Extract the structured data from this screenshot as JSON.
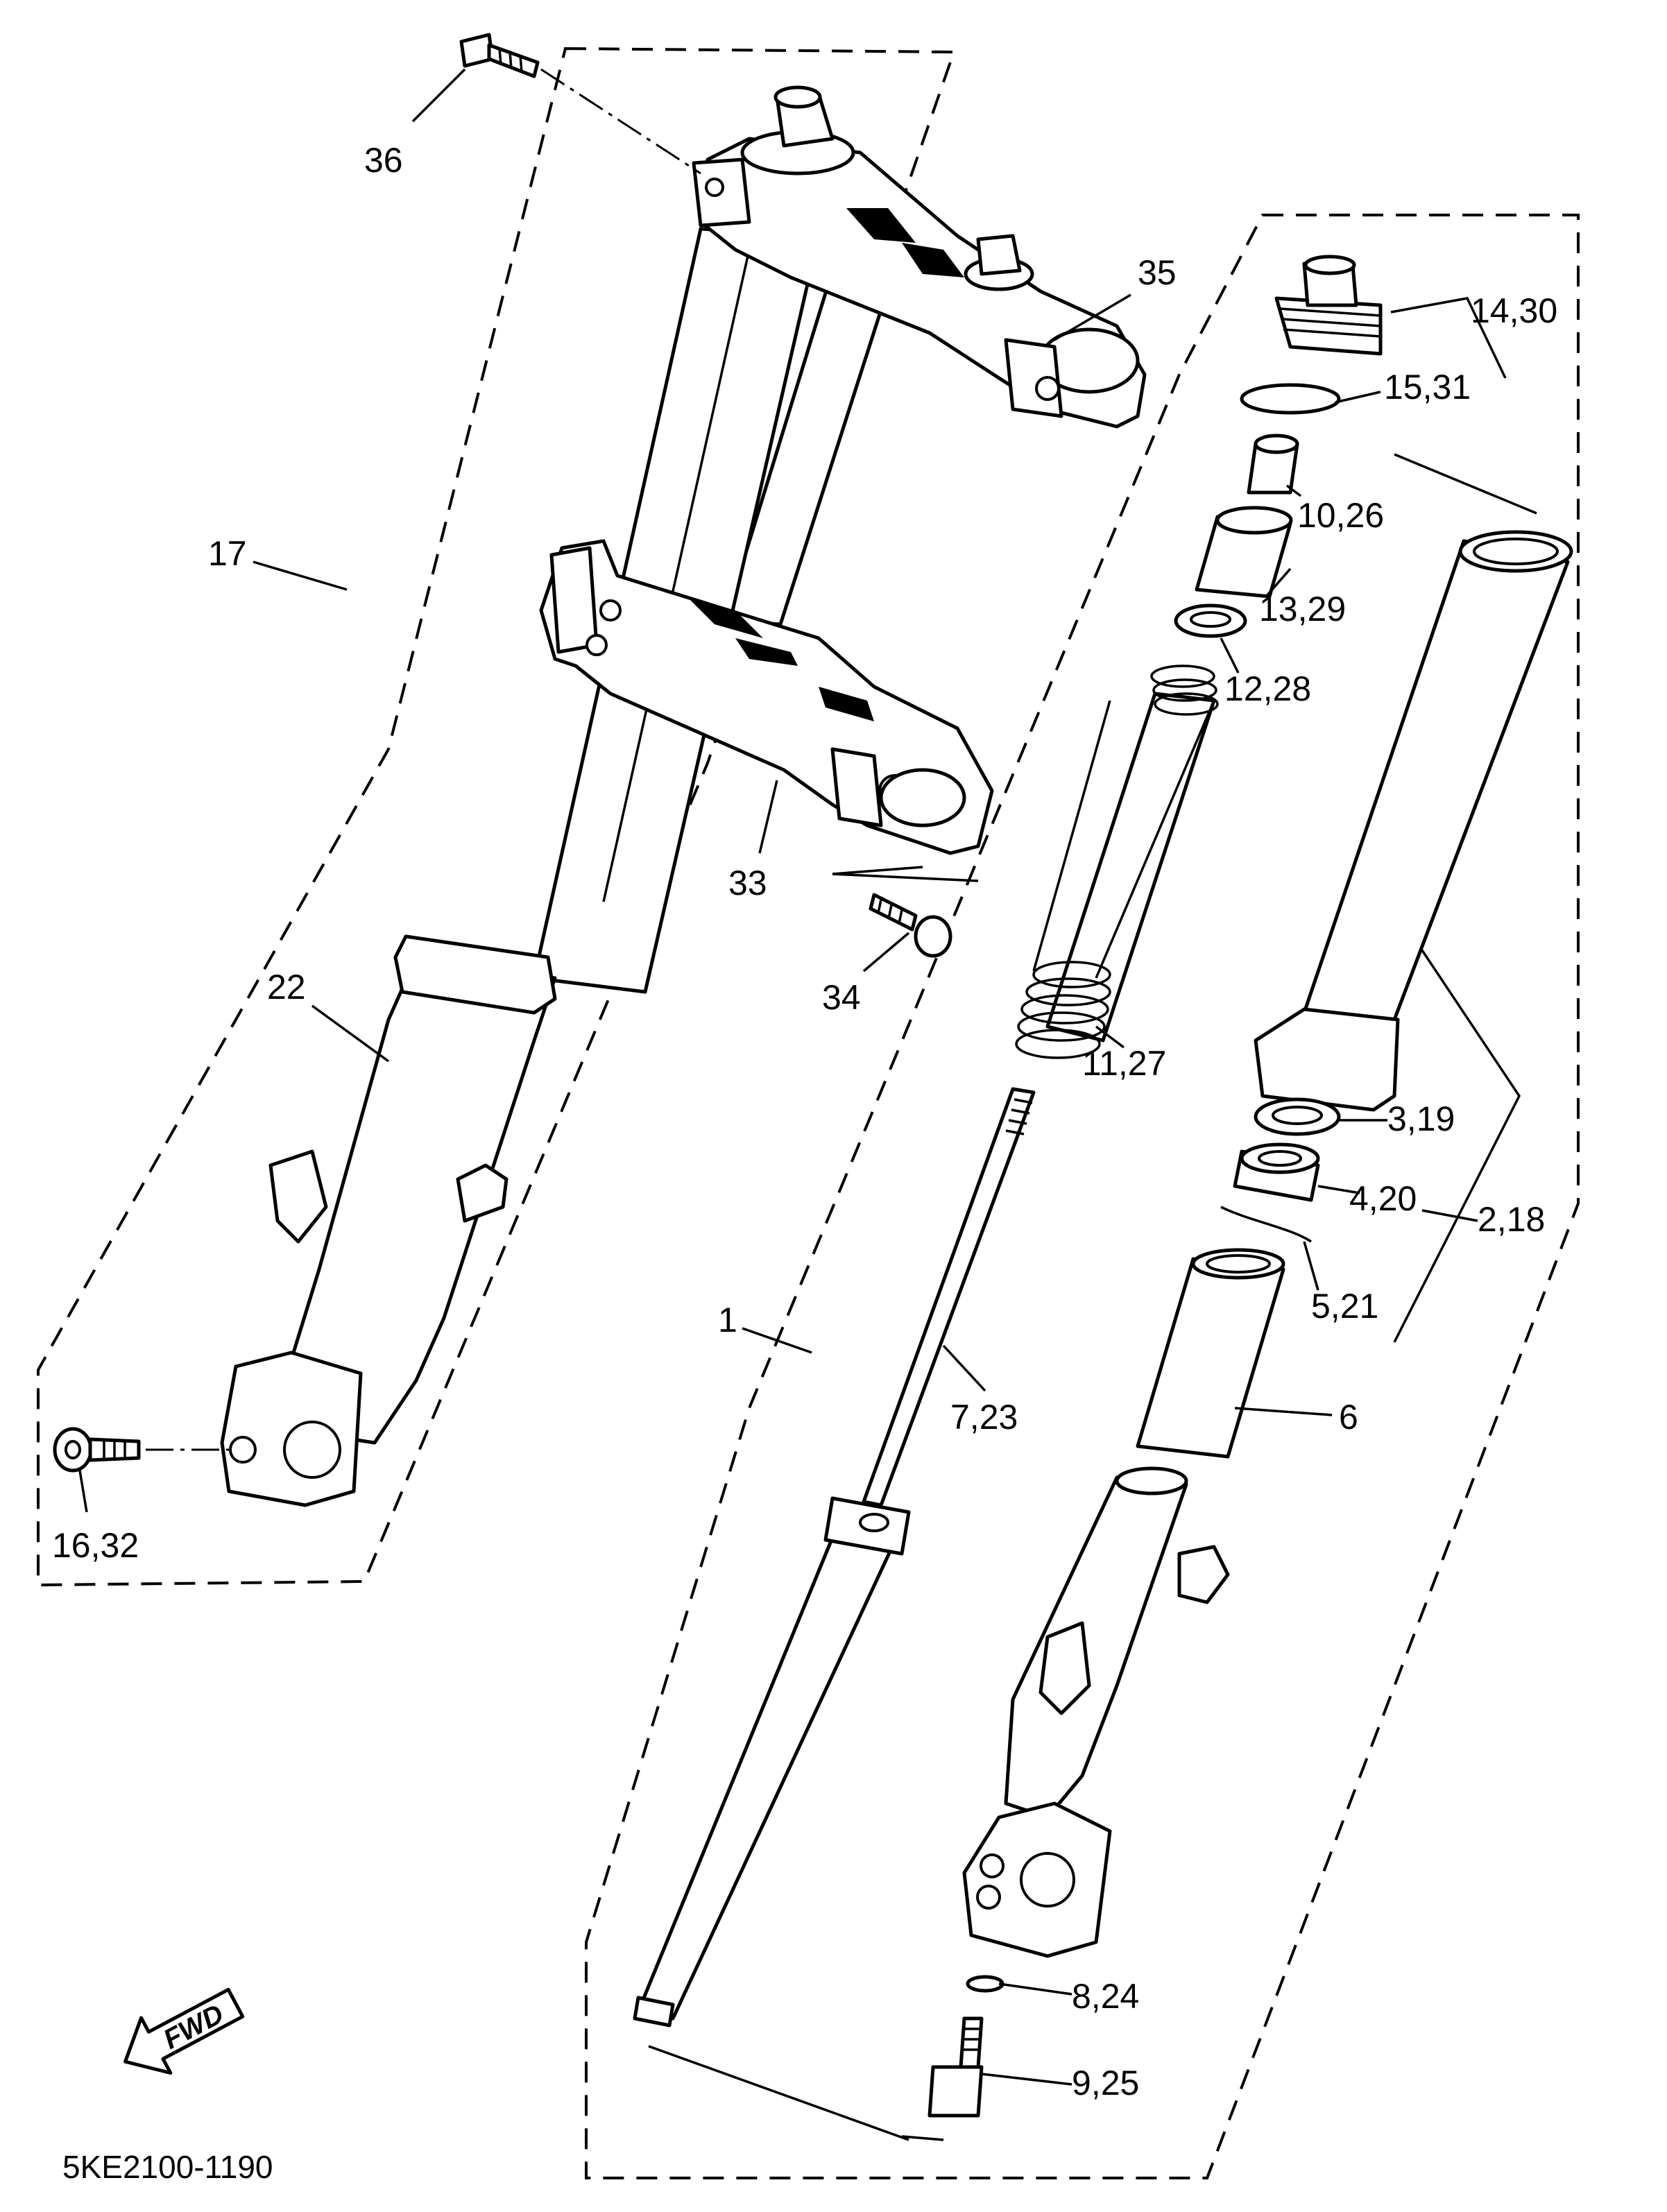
{
  "diagram": {
    "drawing_code": "5KE2100-1190",
    "direction_arrow": "FWD",
    "callouts": [
      {
        "id": "c36",
        "text": "36"
      },
      {
        "id": "c35",
        "text": "35"
      },
      {
        "id": "c17",
        "text": "17"
      },
      {
        "id": "c33",
        "text": "33"
      },
      {
        "id": "c34",
        "text": "34"
      },
      {
        "id": "c22",
        "text": "22"
      },
      {
        "id": "c16",
        "text": "16,32"
      },
      {
        "id": "c1",
        "text": "1"
      },
      {
        "id": "c7",
        "text": "7,23"
      },
      {
        "id": "c11",
        "text": "11,27"
      },
      {
        "id": "c12",
        "text": "12,28"
      },
      {
        "id": "c13",
        "text": "13,29"
      },
      {
        "id": "c10",
        "text": "10,26"
      },
      {
        "id": "c15",
        "text": "15,31"
      },
      {
        "id": "c14",
        "text": "14,30"
      },
      {
        "id": "c3",
        "text": "3,19"
      },
      {
        "id": "c4",
        "text": "4,20"
      },
      {
        "id": "c2",
        "text": "2,18"
      },
      {
        "id": "c5",
        "text": "5,21"
      },
      {
        "id": "c6",
        "text": "6"
      },
      {
        "id": "c8",
        "text": "8,24"
      },
      {
        "id": "c9",
        "text": "9,25"
      }
    ]
  }
}
